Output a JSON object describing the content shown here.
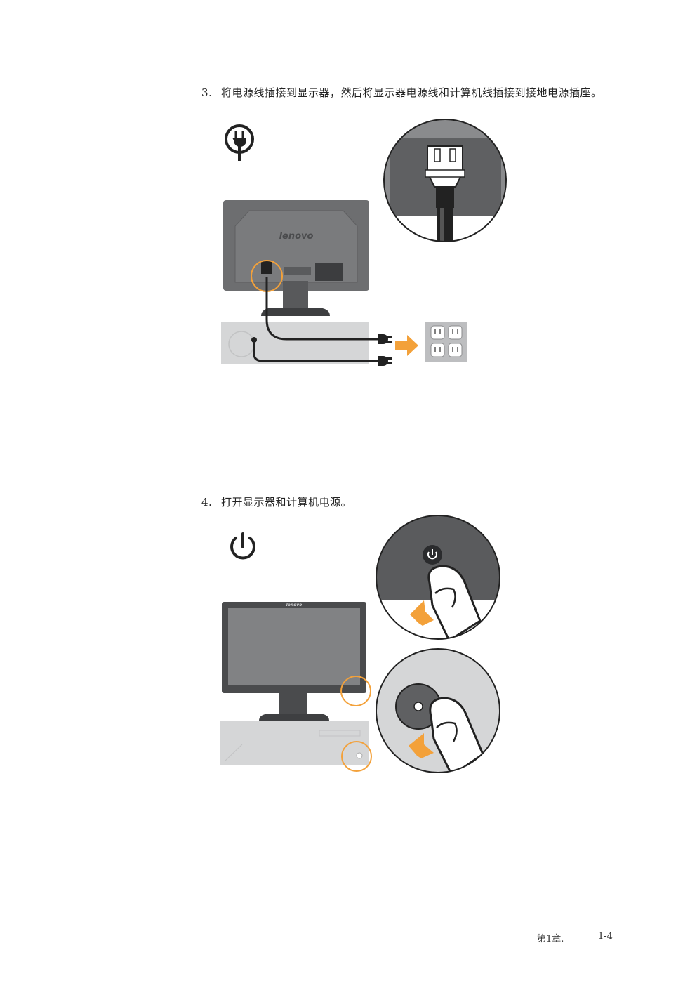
{
  "steps": [
    {
      "number": "3.",
      "text": "将电源线插接到显示器，然后将显示器电源线和计算机线插接到接地电源插座。"
    },
    {
      "number": "4.",
      "text": "打开显示器和计算机电源。"
    }
  ],
  "brand": {
    "logo_text": "lenovo"
  },
  "footer": {
    "chapter": "第1章.",
    "page": "1-4"
  },
  "colors": {
    "accent_orange": "#f3a13a",
    "monitor_gray": "#6d6e70",
    "dark_gray": "#4a4b4d",
    "light_gray": "#d5d6d7"
  },
  "icons": [
    "power-plug-icon",
    "power-button-icon",
    "arrow-right-icon",
    "power-outlet-icon"
  ]
}
